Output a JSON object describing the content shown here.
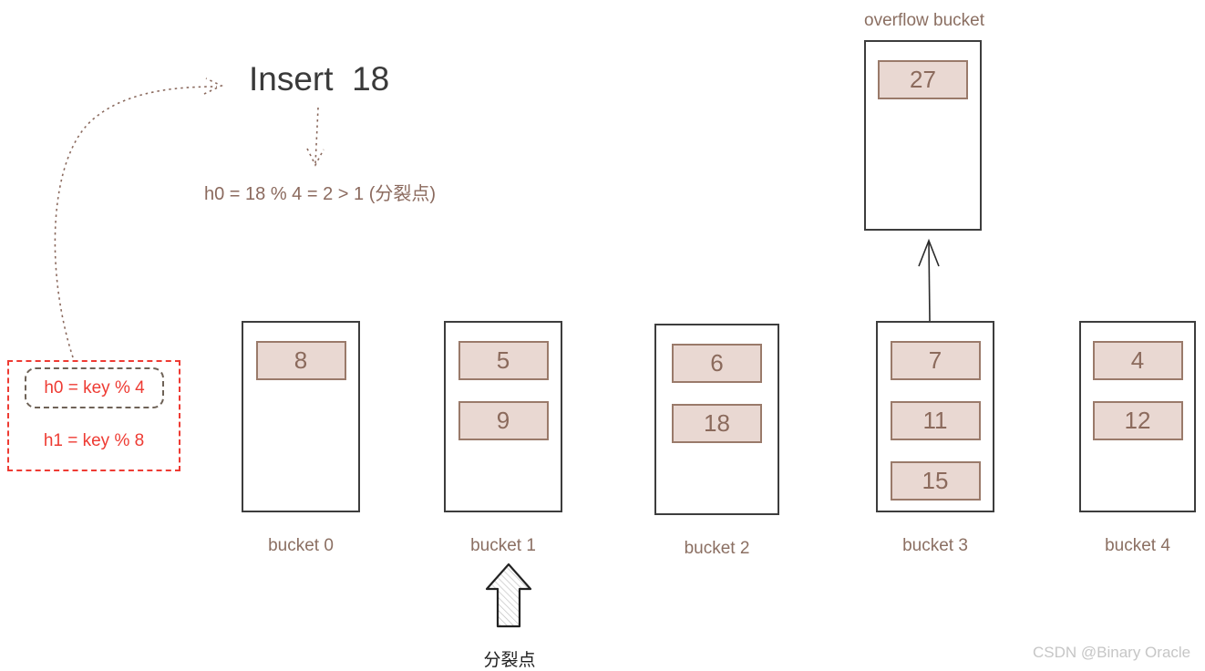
{
  "title": "Insert  18",
  "formula_note": "h0 = 18 % 4 = 2 > 1 (分裂点)",
  "hash_box": {
    "h0": "h0 = key % 4",
    "h1": "h1 = key % 8"
  },
  "overflow": {
    "label": "overflow bucket",
    "values": [
      "27"
    ]
  },
  "buckets": [
    {
      "label": "bucket 0",
      "values": [
        "8"
      ]
    },
    {
      "label": "bucket 1",
      "values": [
        "5",
        "9"
      ]
    },
    {
      "label": "bucket 2",
      "values": [
        "6",
        "18"
      ]
    },
    {
      "label": "bucket 3",
      "values": [
        "7",
        "11",
        "15"
      ]
    },
    {
      "label": "bucket 4",
      "values": [
        "4",
        "12"
      ]
    }
  ],
  "split_pointer": {
    "label": "分裂点"
  },
  "watermark": "CSDN @Binary Oracle",
  "colors": {
    "accent_red": "#ee3b33",
    "annotation_brown": "#8b6a5e",
    "cell_fill": "#e9d8d2",
    "cell_border": "#9a7a6a",
    "bucket_border": "#3d3d3d"
  }
}
